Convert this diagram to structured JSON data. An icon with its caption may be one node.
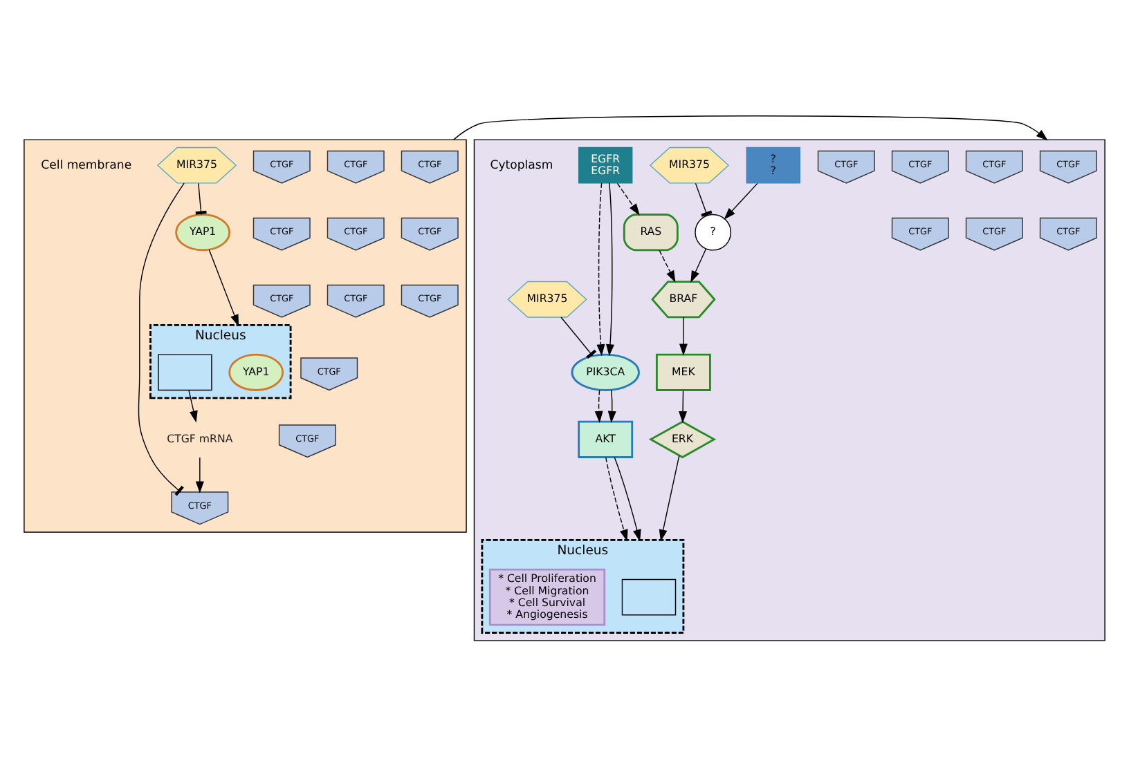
{
  "diagram": {
    "nodes": [
      {
        "text": [],
        "shape": "box"
      },
      {
        "text": [
          "CTGF"
        ],
        "in": 0
      },
      {
        "text": [
          "CTGF"
        ],
        "in": 0
      },
      {
        "text": [
          "CTGF"
        ],
        "in": 0
      },
      {
        "text": [
          "CTGF"
        ],
        "in": 0
      },
      {
        "text": [
          "CTGF"
        ],
        "in": 0
      },
      {
        "text": [
          "CTGF"
        ],
        "in": 0
      },
      {
        "text": [
          "CTGF"
        ],
        "in": 0
      },
      {
        "text": [
          "CTGF"
        ],
        "in": 0
      },
      {
        "text": [
          "CTGF"
        ],
        "in": 0
      },
      {
        "text": [
          "CTGF"
        ],
        "in": 0
      },
      {
        "text": [
          "CTGF"
        ],
        "in": 0
      },
      {
        "text": [
          "CTGF"
        ],
        "in": 0
      },
      {
        "text": [
          "YAP1"
        ],
        "in": 0
      },
      {
        "text": [
          "MIR375"
        ],
        "in": 0
      },
      {
        "text": [
          "Nucleus"
        ],
        "in": 0
      },
      {
        "text": [
          "YAP1"
        ],
        "in": 15
      },
      {
        "text": [],
        "shape": "box",
        "in": 15
      },
      {
        "text": [
          "CTGF mRNA"
        ],
        "in": 0
      },
      {
        "text": [],
        "shape": "box"
      },
      {
        "text": [
          "CTGF"
        ],
        "in": 19
      },
      {
        "text": [
          "CTGF"
        ],
        "in": 19
      },
      {
        "text": [
          "CTGF"
        ],
        "in": 19
      },
      {
        "text": [
          "CTGF"
        ],
        "in": 19
      },
      {
        "text": [
          "CTGF"
        ],
        "in": 19
      },
      {
        "text": [
          "CTGF"
        ],
        "in": 19
      },
      {
        "text": [
          "CTGF"
        ],
        "in": 19
      },
      {
        "text": [
          "EGFR",
          "EGFR"
        ],
        "in": 19
      },
      {
        "text": [
          "?",
          "?"
        ],
        "in": 19
      },
      {
        "text": [
          "PIK3CA"
        ],
        "in": 19
      },
      {
        "text": [
          "AKT"
        ],
        "in": 19
      },
      {
        "text": [
          "MIR375"
        ],
        "in": 19
      },
      {
        "text": [
          "RAS"
        ],
        "in": 19
      },
      {
        "text": [
          "?"
        ],
        "in": 19
      },
      {
        "text": [
          "BRAF"
        ],
        "in": 19
      },
      {
        "text": [
          "MEK"
        ],
        "in": 19
      },
      {
        "text": [
          "ERK"
        ],
        "in": 19
      },
      {
        "text": [
          "MIR375"
        ],
        "in": 19
      },
      {
        "text": [
          "Nucleus"
        ],
        "in": 19
      },
      {
        "text": [],
        "shape": "box",
        "in": 38
      },
      {
        "text": [
          "* Cell Proliferation",
          "* Cell Migration",
          "* Cell Survival",
          "* Angiogenesis"
        ],
        "in": 38
      }
    ],
    "edges": [
      {
        "from": 0,
        "to": 19,
        "arrow": "to"
      },
      {
        "from": 13,
        "to": 15,
        "arrow": "to"
      },
      {
        "from": 14,
        "to": 13,
        "arrow": "other"
      },
      {
        "from": 14,
        "to": 11,
        "arrow": "other"
      },
      {
        "from": 17,
        "to": 18,
        "arrow": "to"
      },
      {
        "from": 18,
        "to": 11,
        "arrow": "to"
      },
      {
        "from": 27,
        "to": 29,
        "arrow": "to",
        "style": "dashed"
      },
      {
        "from": 27,
        "to": 29,
        "arrow": "to"
      },
      {
        "from": 27,
        "to": 32,
        "arrow": "to",
        "style": "dashed"
      },
      {
        "from": 32,
        "to": 34,
        "arrow": "to",
        "style": "dashed"
      },
      {
        "from": 28,
        "to": 33,
        "arrow": "to"
      },
      {
        "from": 33,
        "to": 34,
        "arrow": "to"
      },
      {
        "from": 37,
        "to": 33,
        "arrow": "other"
      },
      {
        "from": 31,
        "to": 29,
        "arrow": "other"
      },
      {
        "from": 29,
        "to": 30,
        "arrow": "to",
        "style": "dashed"
      },
      {
        "from": 29,
        "to": 30,
        "arrow": "to"
      },
      {
        "from": 30,
        "to": 38,
        "arrow": "to",
        "style": "dashed"
      },
      {
        "from": 30,
        "to": 38,
        "arrow": "to"
      },
      {
        "from": 34,
        "to": 35,
        "arrow": "to"
      },
      {
        "from": 35,
        "to": 36,
        "arrow": "to"
      },
      {
        "from": 36,
        "to": 38,
        "arrow": "to"
      }
    ],
    "labels": [
      "Cell membrane",
      "Cytoplasm"
    ]
  }
}
